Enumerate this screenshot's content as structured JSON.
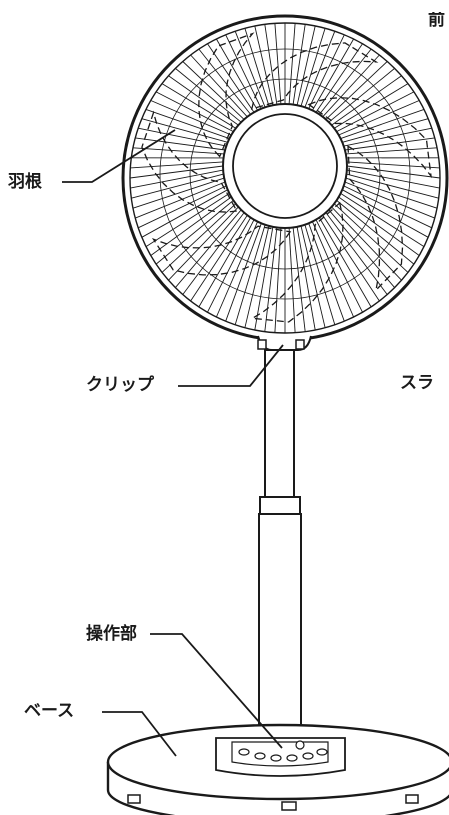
{
  "labels": {
    "blade": "羽根",
    "clip": "クリップ",
    "control_panel": "操作部",
    "base": "ベース",
    "front_cut": "前",
    "stand_cut": "スラ"
  },
  "colors": {
    "line": "#1a1a1a",
    "fill": "#ffffff"
  }
}
